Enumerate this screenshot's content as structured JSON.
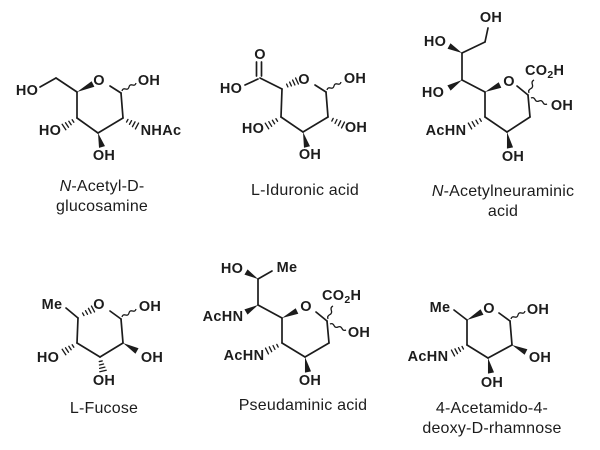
{
  "figure": {
    "colors": {
      "background": "#ffffff",
      "ink": "#1c1c1c"
    },
    "compounds": [
      {
        "caption": {
          "italic": "N",
          "rest": "-Acetyl-D-",
          "line2": "glucosamine"
        },
        "atoms": {
          "exo_ho": "HO",
          "ring_o": "O",
          "anomeric_oh": "OH",
          "nhac": "NHAc",
          "oh_bottom": "OH",
          "ho_left": "HO"
        }
      },
      {
        "caption": {
          "rest": "L-Iduronic acid"
        },
        "atoms": {
          "carbonyl_o": "O",
          "acid_ho": "HO",
          "ring_o": "O",
          "anomeric_oh": "OH",
          "oh_right": "OH",
          "oh_bottom": "OH",
          "ho_left": "HO"
        }
      },
      {
        "caption": {
          "italic": "N",
          "rest": "-Acetylneuraminic",
          "line2": "acid"
        },
        "atoms": {
          "oh_top": "OH",
          "ho_c8": "HO",
          "ho_c7": "HO",
          "ring_o": "O",
          "carboxyl": {
            "base": "CO",
            "sub": "2",
            "suffix": "H"
          },
          "anomeric_oh": "OH",
          "oh_bottom": "OH",
          "achn": "AcHN"
        }
      },
      {
        "caption": {
          "rest": "L-Fucose"
        },
        "atoms": {
          "me": "Me",
          "ring_o": "O",
          "anomeric_oh": "OH",
          "oh_right": "OH",
          "oh_bottom": "OH",
          "ho_left": "HO"
        }
      },
      {
        "caption": {
          "rest": "Pseudaminic acid"
        },
        "atoms": {
          "ho_c8": "HO",
          "me": "Me",
          "achn_c7": "AcHN",
          "ring_o": "O",
          "carboxyl": {
            "base": "CO",
            "sub": "2",
            "suffix": "H"
          },
          "anomeric_oh": "OH",
          "oh_bottom": "OH",
          "achn_c5": "AcHN"
        }
      },
      {
        "caption": {
          "rest": "4-Acetamido-4-",
          "line2": "deoxy-D-rhamnose"
        },
        "atoms": {
          "me": "Me",
          "ring_o": "O",
          "anomeric_oh": "OH",
          "oh_right": "OH",
          "oh_bottom": "OH",
          "achn": "AcHN"
        }
      }
    ]
  }
}
